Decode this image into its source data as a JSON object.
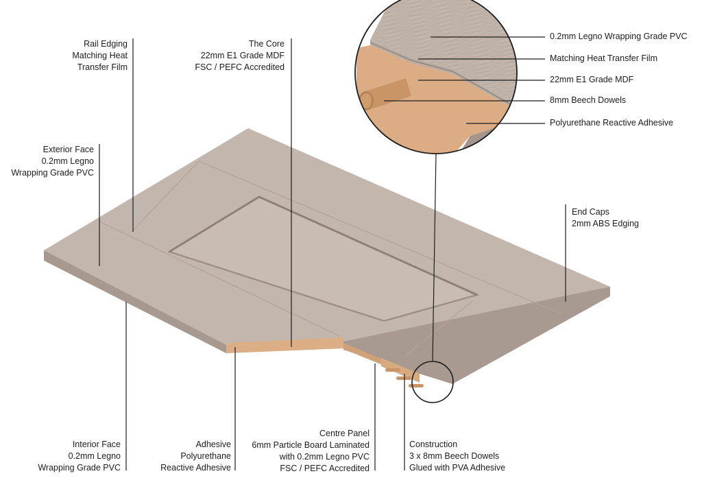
{
  "callouts": {
    "rail_edging": [
      "Rail Edging",
      "Matching Heat",
      "Transfer Film"
    ],
    "core": [
      "The Core",
      "22mm E1 Grade MDF",
      "FSC / PEFC Accredited"
    ],
    "exterior_face": [
      "Exterior Face",
      "0.2mm Legno",
      "Wrapping Grade PVC"
    ],
    "end_caps": [
      "End Caps",
      "2mm ABS Edging"
    ],
    "interior_face": [
      "Interior Face",
      "0.2mm Legno",
      "Wrapping Grade PVC"
    ],
    "adhesive": [
      "Adhesive",
      "Polyurethane",
      "Reactive Adhesive"
    ],
    "centre_panel": [
      "Centre Panel",
      "6mm Particle Board Laminated",
      "with 0.2mm Legno PVC",
      "FSC / PEFC Accredited"
    ],
    "construction": [
      "Construction",
      "3 x 8mm Beech Dowels",
      "Glued with PVA Adhesive"
    ]
  },
  "detail_callouts": [
    "0.2mm Legno Wrapping Grade PVC",
    "Matching Heat Transfer Film",
    "22mm E1 Grade MDF",
    "8mm Beech Dowels",
    "Polyurethane Reactive Adhesive"
  ],
  "colors": {
    "face": "#c2b4ab",
    "face_light": "#cdc1b8",
    "edge": "#a69890",
    "mdf": "#dcae85",
    "dowel": "#c89466",
    "line": "#1c1c1c"
  }
}
